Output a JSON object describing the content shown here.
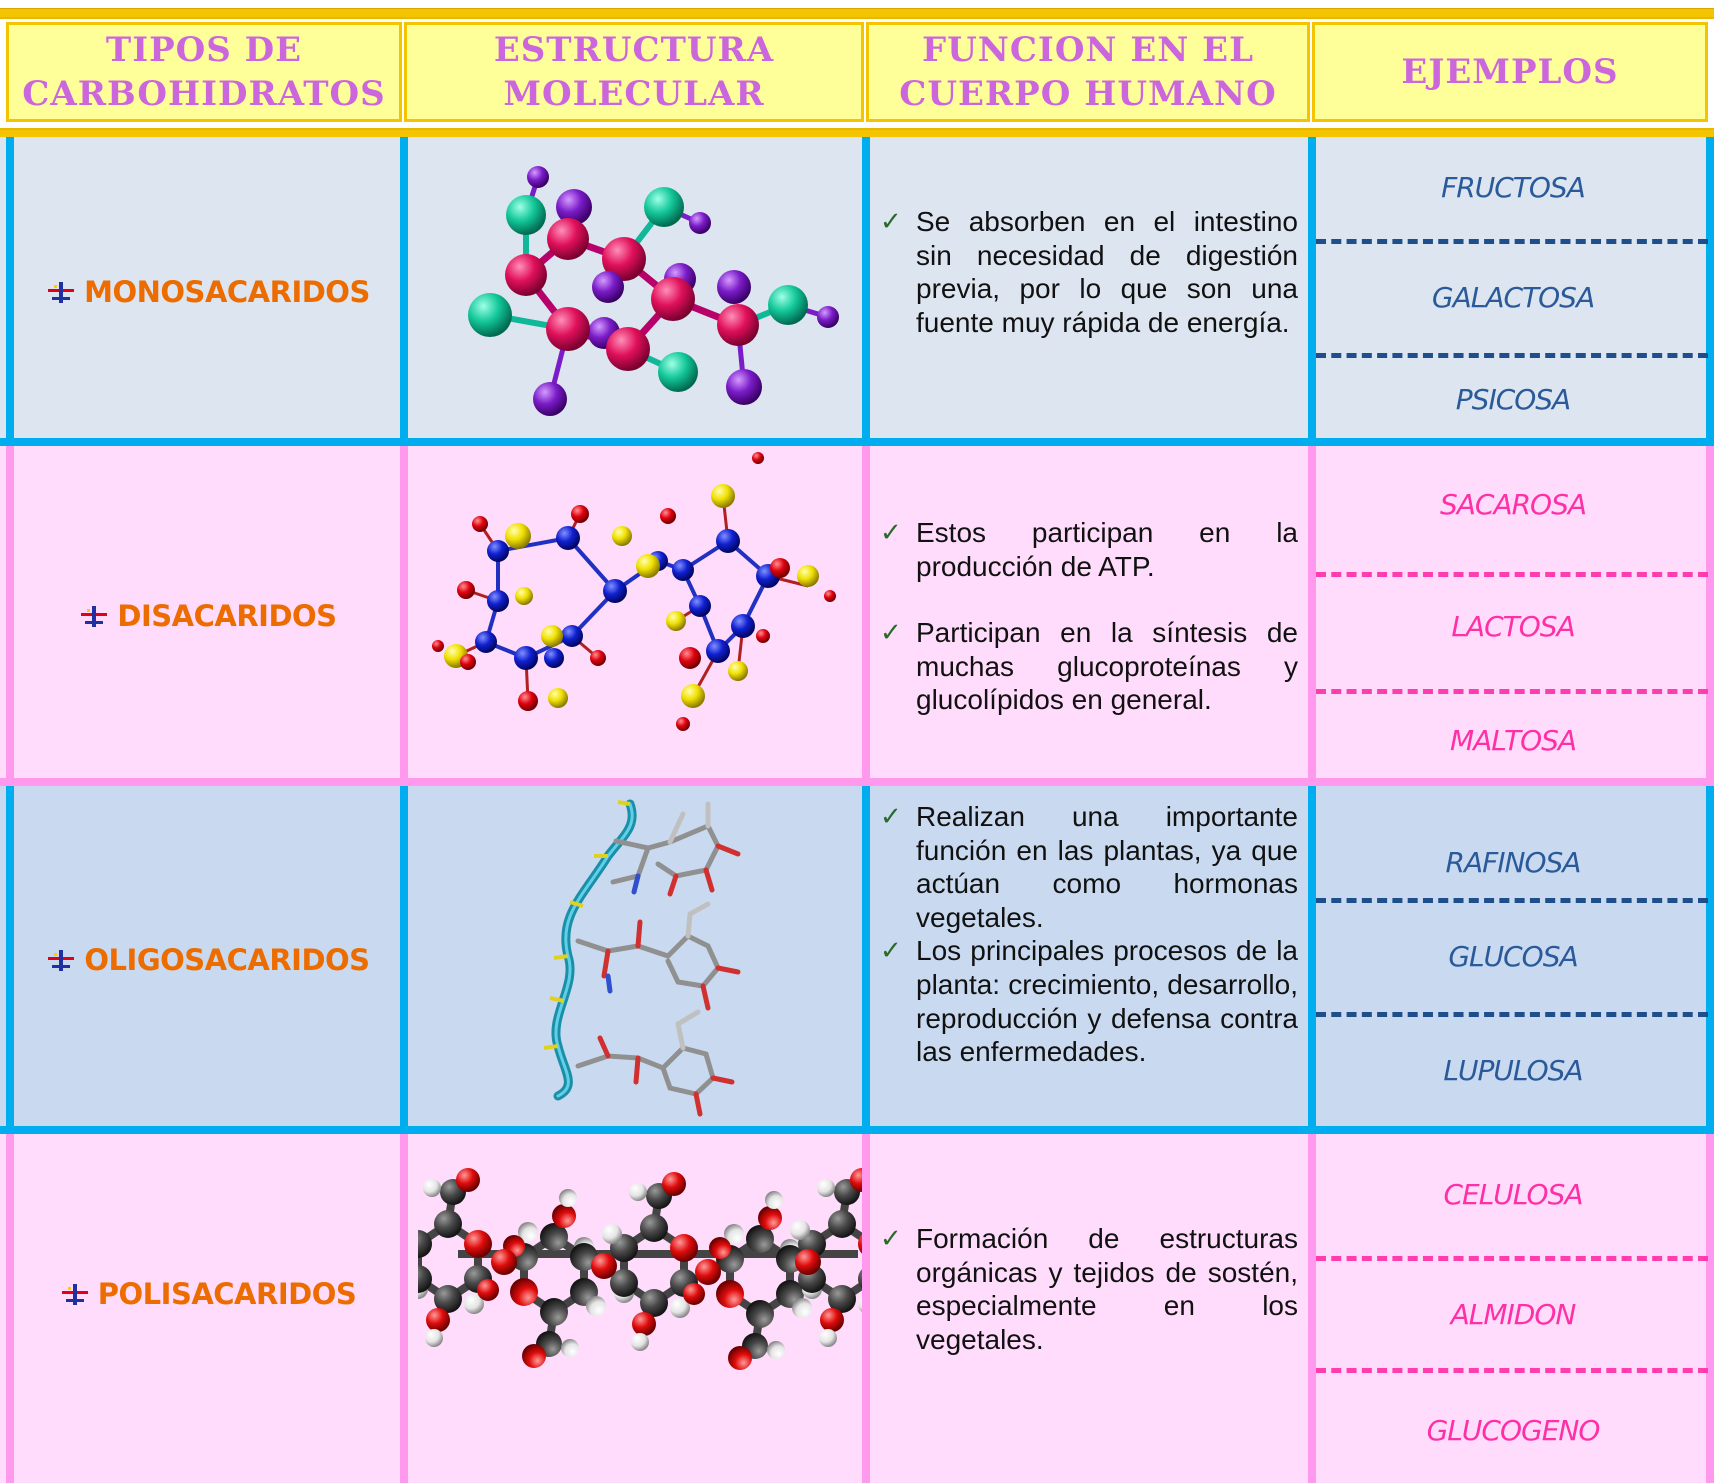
{
  "header": {
    "col1": [
      "TIPOS DE",
      "CARBOHIDRATOS"
    ],
    "col2": [
      "ESTRUCTURA",
      "MOLECULAR"
    ],
    "col3": [
      "FUNCION EN EL",
      "CUERPO HUMANO"
    ],
    "col4": [
      "EJEMPLOS"
    ]
  },
  "rows": [
    {
      "type": "MONOSACARIDOS",
      "functions": [
        "Se absorben en el intestino sin necesidad de digestión previa, por lo que son una fuente muy rápida de energía."
      ],
      "examples": [
        "FRUCTOSA",
        "GALACTOSA",
        "PSICOSA"
      ]
    },
    {
      "type": "DISACARIDOS",
      "functions": [
        "Estos participan en la producción de ATP.",
        "Participan en la síntesis de muchas glucoproteínas y glucolípidos en general."
      ],
      "examples": [
        "SACAROSA",
        "LACTOSA",
        "MALTOSA"
      ]
    },
    {
      "type": "OLIGOSACARIDOS",
      "functions": [
        "Realizan una importante función en las plantas, ya que actúan como hormonas vegetales.",
        "Los principales procesos de la planta: crecimiento, desarrollo, reproducción y defensa contra las enfermedades."
      ],
      "examples": [
        "RAFINOSA",
        "GLUCOSA",
        "LUPULOSA"
      ]
    },
    {
      "type": "POLISACARIDOS",
      "functions": [
        "Formación de estructuras orgánicas y tejidos de sostén, especialmente en los vegetales."
      ],
      "examples": [
        "CELULOSA",
        "ALMIDON",
        "GLUCOGENO"
      ]
    }
  ],
  "icons": {
    "bullet": "plus-arrow-bullet-icon",
    "check": "checkmark-icon"
  },
  "colors": {
    "header_bg": "#ffff99",
    "header_text": "#cc66dd",
    "header_border": "#f4c400",
    "blue_row": "#dce5f0",
    "pink_row": "#ffdcfb",
    "blue_border": "#00aeef",
    "pink_border": "#ff99ee",
    "type_text": "#ec6c00",
    "example_blue": "#2a5a9a",
    "example_pink": "#ff2fa6"
  }
}
